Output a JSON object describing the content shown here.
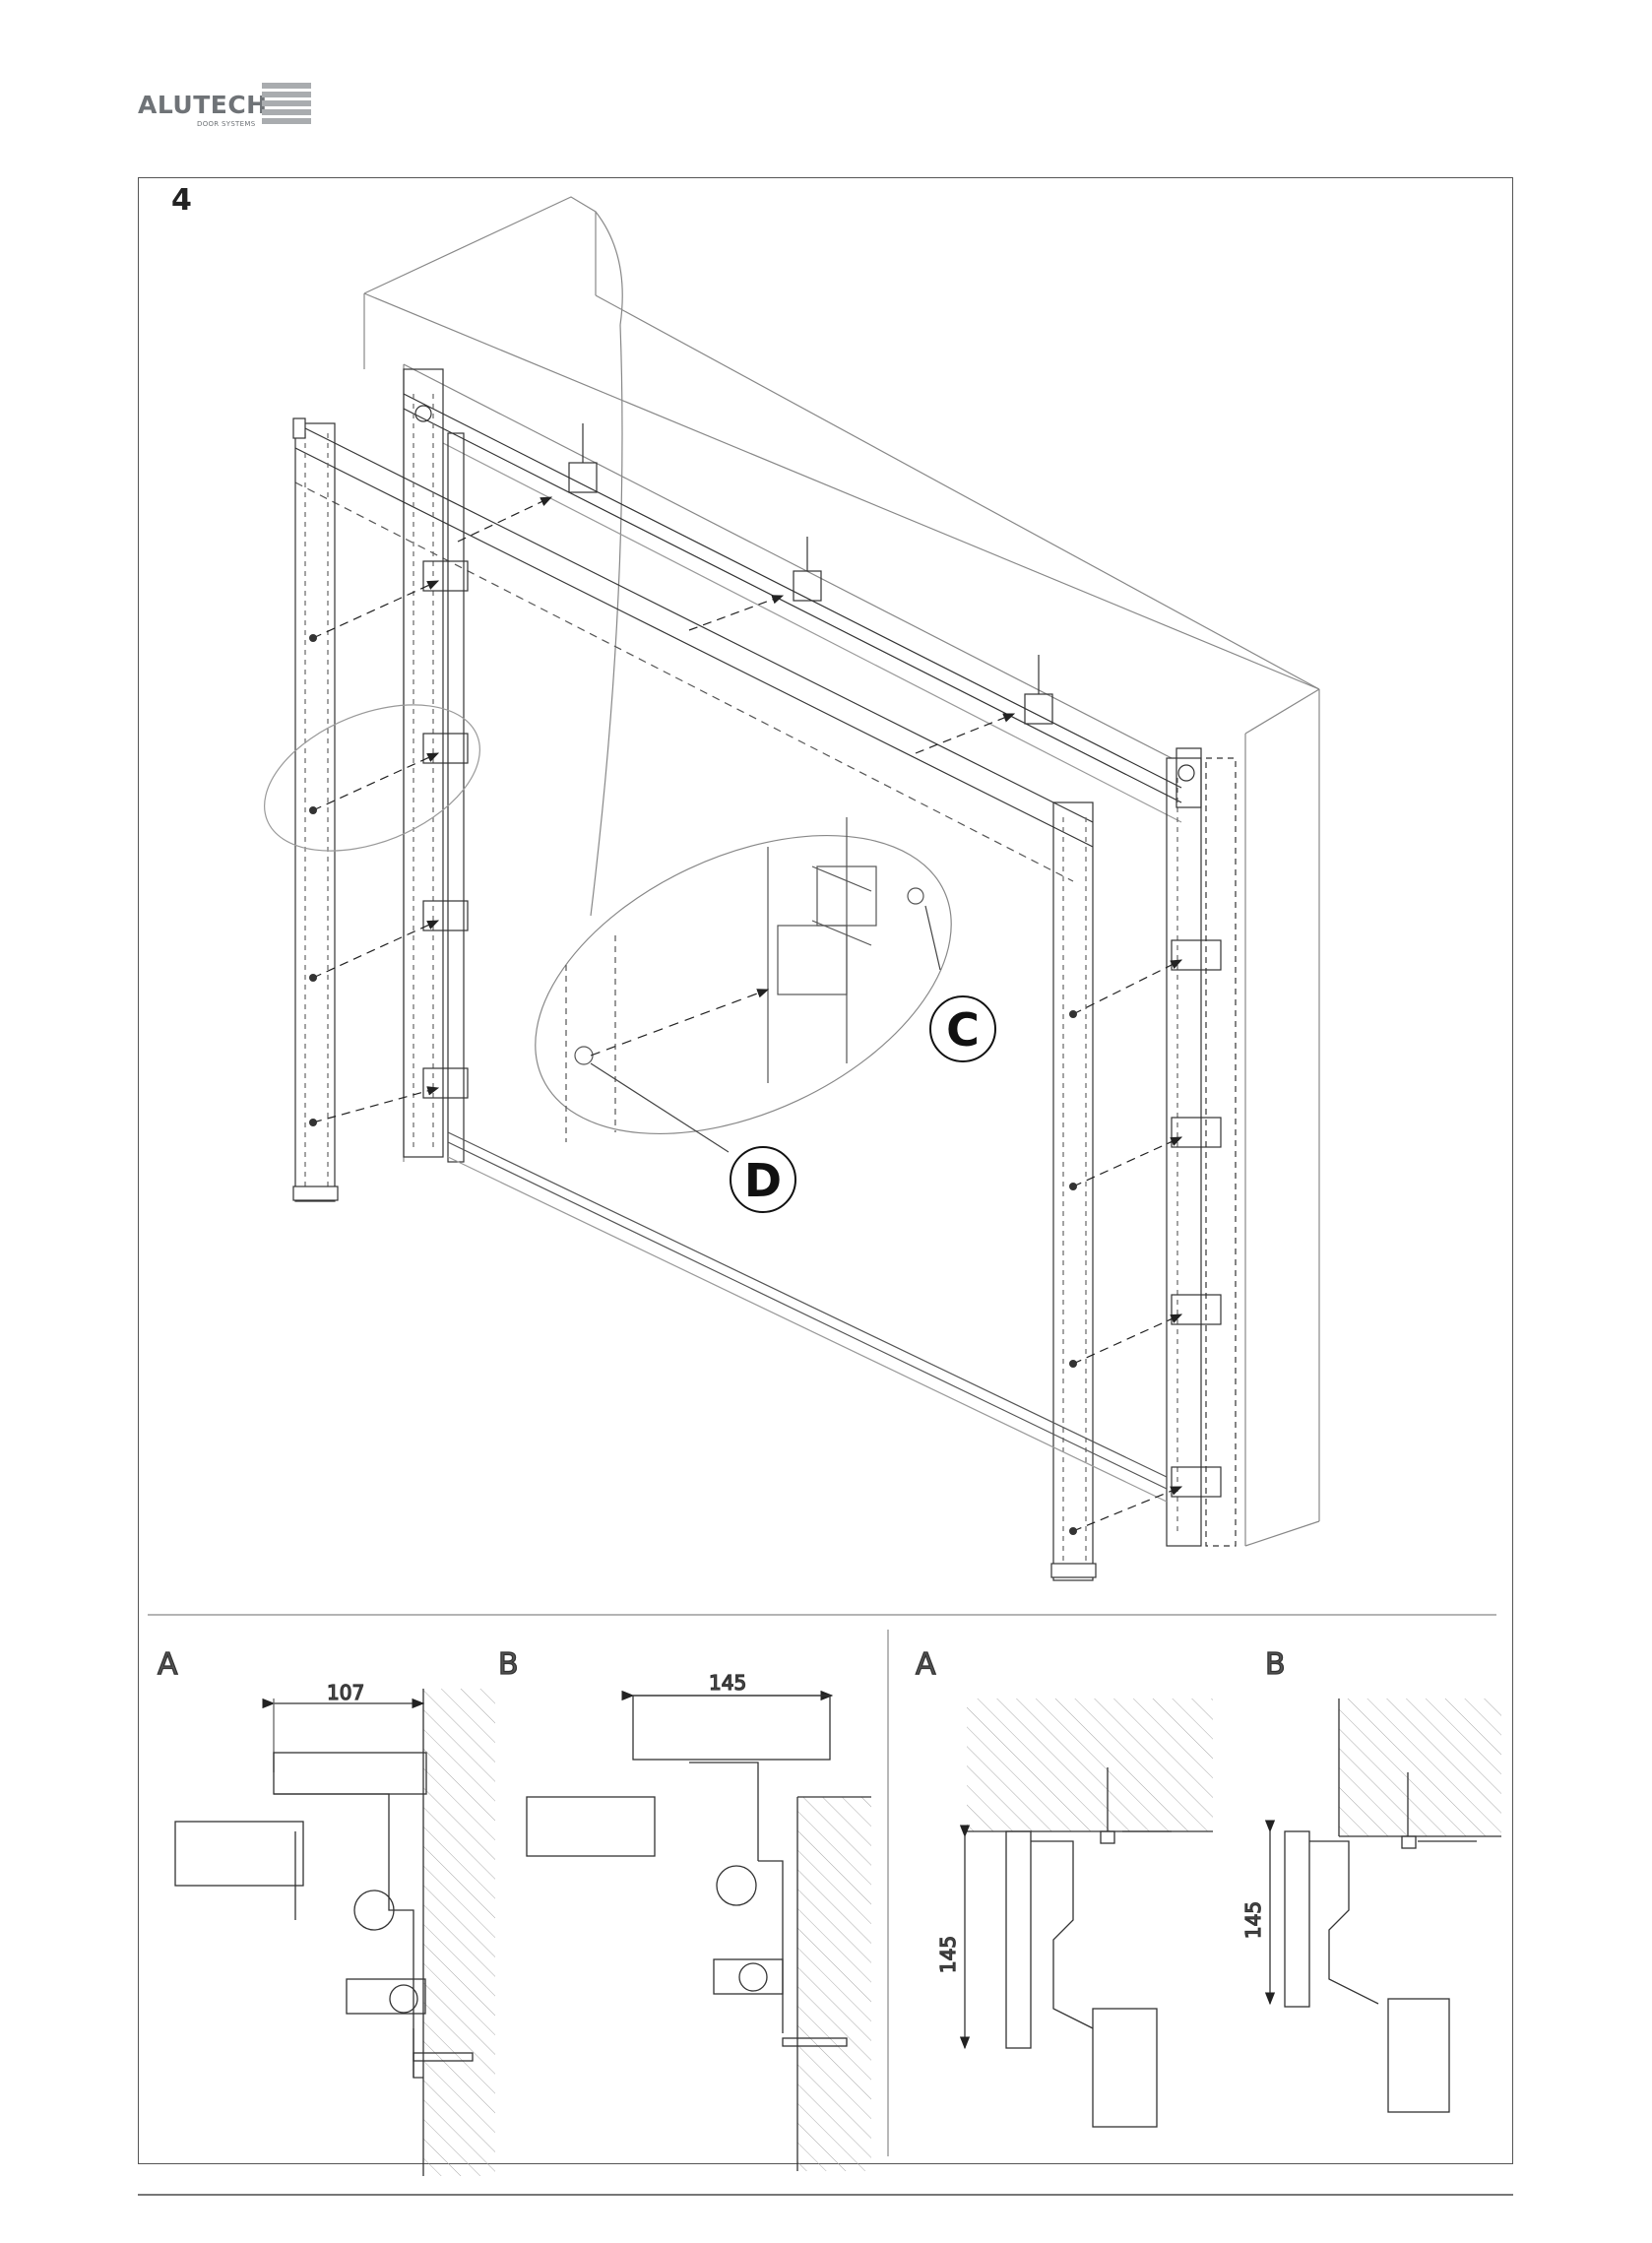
{
  "brand": {
    "name": "ALUTECH",
    "tagline": "DOOR SYSTEMS"
  },
  "step": {
    "number": "4"
  },
  "callouts": {
    "c": "C",
    "d": "D"
  },
  "details": [
    {
      "label": "A",
      "dimension": "107"
    },
    {
      "label": "B",
      "dimension": "145"
    },
    {
      "label": "A",
      "dimension": "145"
    },
    {
      "label": "B",
      "dimension": "145"
    }
  ],
  "colors": {
    "line": "#333333",
    "light": "#999999",
    "brand_gray": "#6f7377"
  }
}
